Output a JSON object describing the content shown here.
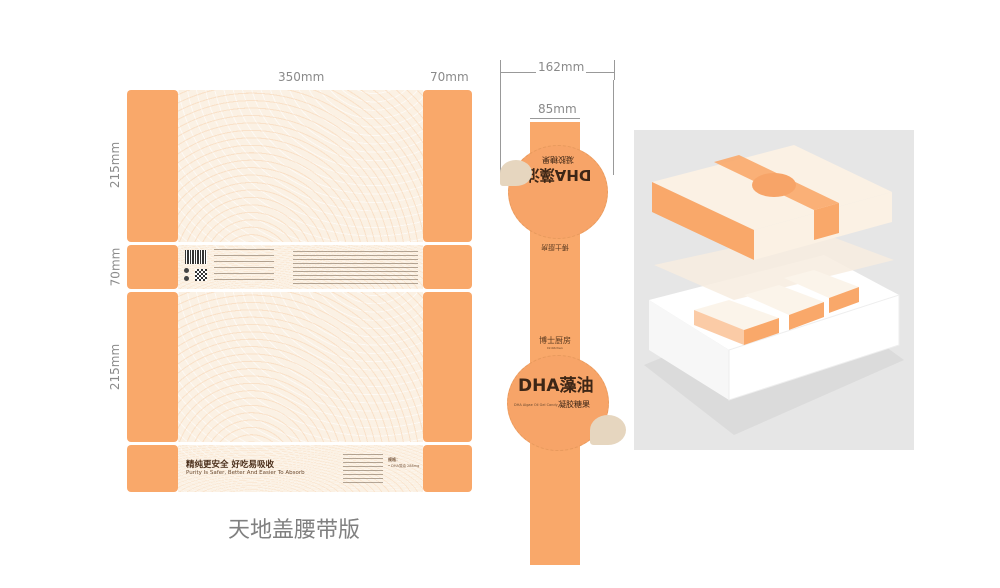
{
  "dimensions": {
    "flat_width": "350mm",
    "flap_width": "70mm",
    "panel_height_top": "215mm",
    "band_height": "70mm",
    "panel_height_bottom": "215mm",
    "belt_length": "162mm",
    "belt_width": "85mm"
  },
  "caption": "天地盖腰带版",
  "box_front": {
    "slogan_cn": "精纯更安全  好吃易吸收",
    "slogan_en": "Purity Is Safer, Better And Easier To Absorb",
    "spec_label": "规格：",
    "spec_value": "• DHA藻油 288mg"
  },
  "belt": {
    "product_cn": "DHA藻油",
    "product_sub_cn": "凝胶糖果",
    "product_en": "DHA Algae Oil Gel Candy",
    "brand_cn": "博士厨房",
    "brand_en": "Dr.Kitchen"
  },
  "colors": {
    "orange": "#f9a86a",
    "cream": "#fbf1e4",
    "badge": "#e6d6bf",
    "text_brown": "#4a2e1a",
    "dimension_gray": "#8a8a8a",
    "mockup_bg": "#e6e6e6"
  }
}
